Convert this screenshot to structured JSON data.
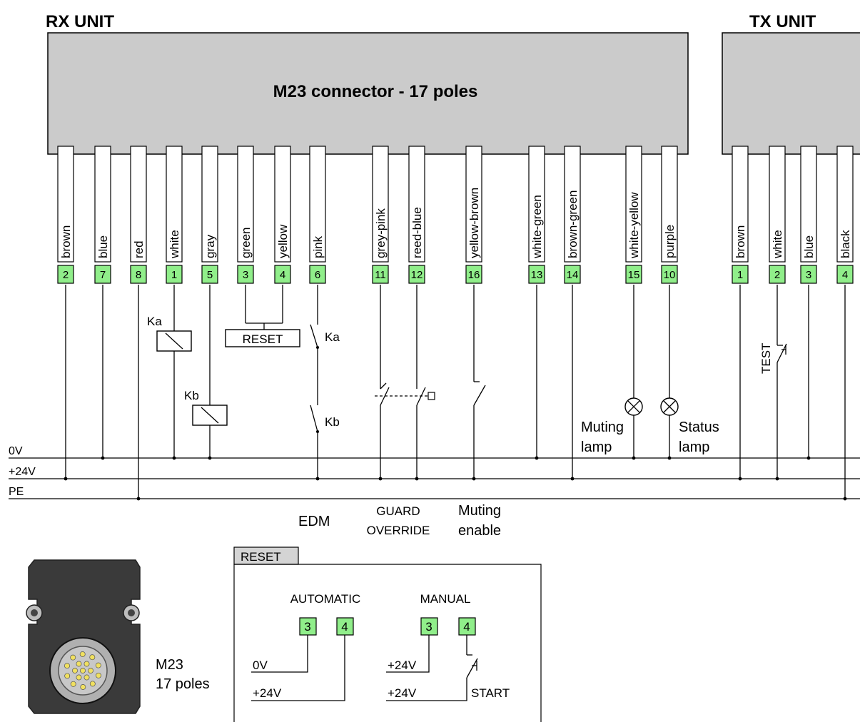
{
  "rx": {
    "title": "RX UNIT",
    "connector_title": "M23 connector  - 17 poles",
    "pins": [
      {
        "color": "brown",
        "num": "2",
        "bus": "+24V"
      },
      {
        "color": "blue",
        "num": "7",
        "bus": "0V"
      },
      {
        "color": "red",
        "num": "8",
        "bus": "PE"
      },
      {
        "color": "white",
        "num": "1",
        "bus": "0V"
      },
      {
        "color": "gray",
        "num": "5",
        "bus": "0V"
      },
      {
        "color": "green",
        "num": "3",
        "bus": ""
      },
      {
        "color": "yellow",
        "num": "4",
        "bus": ""
      },
      {
        "color": "pink",
        "num": "6",
        "bus": "+24V"
      },
      {
        "color": "grey-pink",
        "num": "11",
        "bus": "+24V"
      },
      {
        "color": "reed-blue",
        "num": "12",
        "bus": "+24V"
      },
      {
        "color": "yellow-brown",
        "num": "16",
        "bus": "+24V"
      },
      {
        "color": "white-green",
        "num": "13",
        "bus": "0V"
      },
      {
        "color": "brown-green",
        "num": "14",
        "bus": "+24V"
      },
      {
        "color": "white-yellow",
        "num": "15",
        "bus": "0V"
      },
      {
        "color": "purple",
        "num": "10",
        "bus": "0V"
      }
    ]
  },
  "tx": {
    "title": "TX UNIT",
    "pins": [
      {
        "color": "brown",
        "num": "1",
        "bus": "+24V"
      },
      {
        "color": "white",
        "num": "2",
        "bus": "+24V"
      },
      {
        "color": "blue",
        "num": "3",
        "bus": "0V"
      },
      {
        "color": "black",
        "num": "4",
        "bus": "PE"
      }
    ],
    "test_label": "TEST"
  },
  "labels": {
    "ka_coil": "Ka",
    "kb_coil": "Kb",
    "ka_contact": "Ka",
    "kb_contact": "Kb",
    "reset_box": "RESET",
    "muting_lamp_1": "Muting",
    "muting_lamp_2": "lamp",
    "status_lamp_1": "Status",
    "status_lamp_2": "lamp",
    "edm": "EDM",
    "guard_1": "GUARD",
    "guard_2": "OVERRIDE",
    "muting_en_1": "Muting",
    "muting_en_2": "enable"
  },
  "buses": {
    "zero": "0V",
    "plus": "+24V",
    "pe": "PE"
  },
  "connector_pic": {
    "line1": "M23",
    "line2": "17 poles"
  },
  "reset_panel": {
    "tab": "RESET",
    "automatic": "AUTOMATIC",
    "manual": "MANUAL",
    "pin3": "3",
    "pin4": "4",
    "auto_3_supply": "0V",
    "auto_4_supply": "+24V",
    "man_3_supply": "+24V",
    "man_4_supply": "+24V",
    "start": "START"
  },
  "colors": {
    "pin_box": "#90EE8A",
    "connector": "#cbcbcb",
    "line": "#000000"
  }
}
